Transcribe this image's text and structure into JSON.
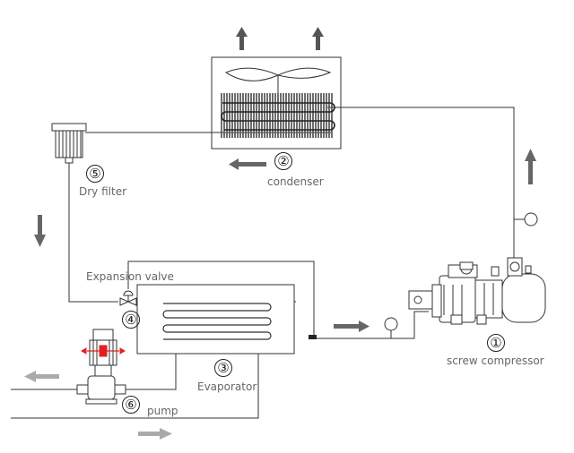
{
  "components": {
    "compressor": {
      "number": "①",
      "label": "screw compressor"
    },
    "condenser": {
      "number": "②",
      "label": "condenser"
    },
    "evaporator": {
      "number": "③",
      "label": "Evaporator"
    },
    "expansion_valve": {
      "number": "④",
      "label": "Expansion valve"
    },
    "dry_filter": {
      "number": "⑤",
      "label": "Dry filter"
    },
    "pump": {
      "number": "⑥",
      "label": "pump"
    }
  },
  "colors": {
    "line": "#333333",
    "flow_arrow": "#7a7a7a",
    "pump_accent": "#e02020",
    "label": "#666666"
  }
}
